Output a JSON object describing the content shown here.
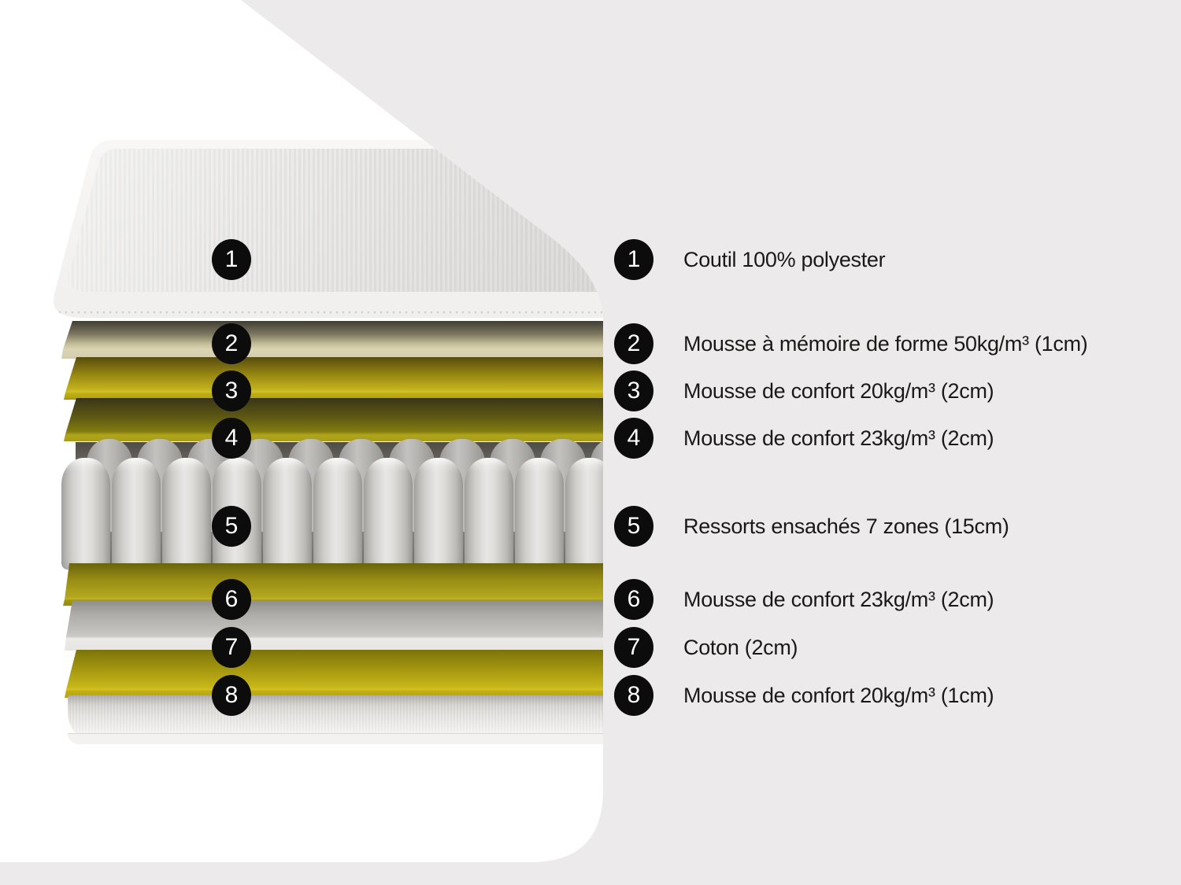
{
  "legend": {
    "items": [
      {
        "number": "1",
        "label": "Coutil 100% polyester"
      },
      {
        "number": "2",
        "label": "Mousse à mémoire de forme 50kg/m³ (1cm)"
      },
      {
        "number": "3",
        "label": "Mousse de confort 20kg/m³ (2cm)"
      },
      {
        "number": "4",
        "label": "Mousse de confort 23kg/m³ (2cm)"
      },
      {
        "number": "5",
        "label": "Ressorts ensachés 7 zones (15cm)"
      },
      {
        "number": "6",
        "label": "Mousse de confort 23kg/m³ (2cm)"
      },
      {
        "number": "7",
        "label": "Coton (2cm)"
      },
      {
        "number": "8",
        "label": "Mousse de confort 20kg/m³ (1cm)"
      }
    ]
  },
  "diagram": {
    "spring_columns_front": 11,
    "spring_columns_back": 11,
    "colors": {
      "background_gray": "#ECEAEB",
      "background_white": "#FFFFFF",
      "badge_black": "#0D0C0C",
      "text": "#1B1918",
      "foam_cream": "#D3CDAC",
      "foam_yellow_bright": "#C3B31D",
      "foam_yellow_olive": "#A39A16",
      "coton_white": "#E7E6E4",
      "spring_gray": "#D9D8D5"
    }
  }
}
